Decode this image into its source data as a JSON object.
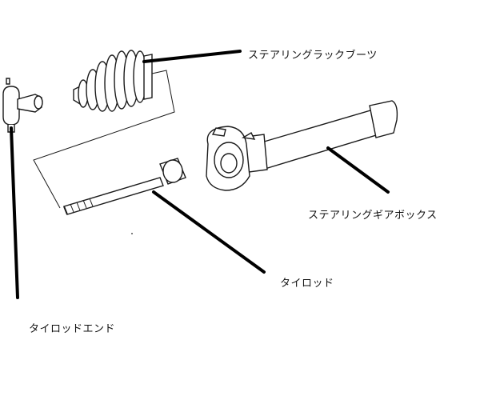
{
  "labels": {
    "boot": "ステアリングラックブーツ",
    "gearbox": "ステアリングギアボックス",
    "tie_rod": "タイロッド",
    "tie_rod_end": "タイロッドエンド"
  },
  "colors": {
    "line": "#1a1a1a",
    "leader": "#000000",
    "background": "#ffffff"
  }
}
